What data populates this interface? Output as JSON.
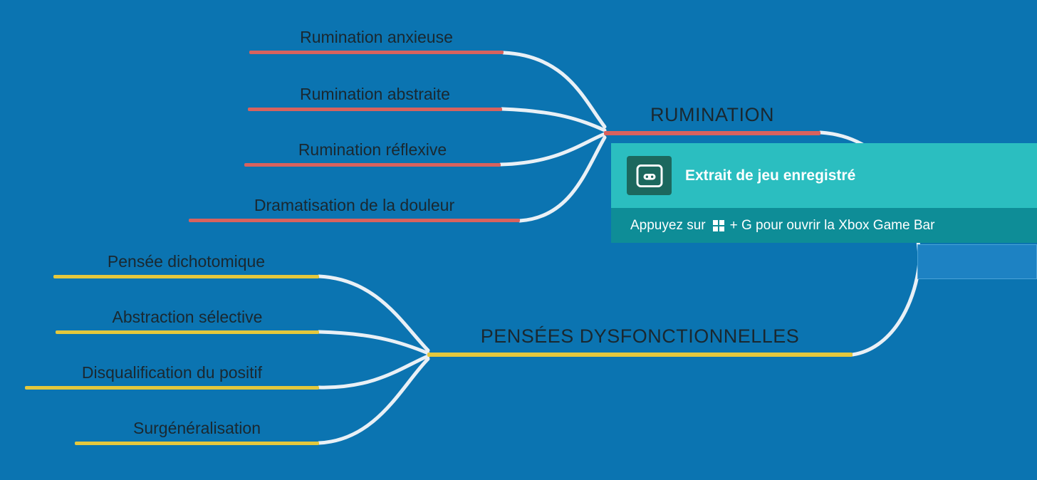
{
  "colors": {
    "bg": "#0b74b1",
    "branch_red": "#d8625e",
    "branch_yellow": "#e4c83d",
    "connector": "#e9f0f6",
    "text": "#1a2830",
    "toast_top": "#2bbec0",
    "toast_bottom": "#0e8d97",
    "toast_icon_bg": "#1c685e",
    "root_node": "#1d82c3"
  },
  "mindmap": {
    "branches": [
      {
        "label": "RUMINATION",
        "color": "#d8625e",
        "children": [
          "Rumination anxieuse",
          "Rumination abstraite",
          "Rumination réflexive",
          "Dramatisation de la douleur"
        ]
      },
      {
        "label": "PENSÉES DYSFONCTIONNELLES",
        "color": "#e4c83d",
        "children": [
          "Pensée dichotomique",
          "Abstraction sélective",
          "Disqualification du positif",
          "Surgénéralisation"
        ]
      }
    ]
  },
  "toast": {
    "title": "Extrait de jeu enregistré",
    "subtitle_prefix": "Appuyez sur",
    "subtitle_suffix": "+ G pour ouvrir la Xbox Game Bar",
    "icons": {
      "main": "game-clip-icon",
      "key": "windows-logo-icon"
    }
  }
}
